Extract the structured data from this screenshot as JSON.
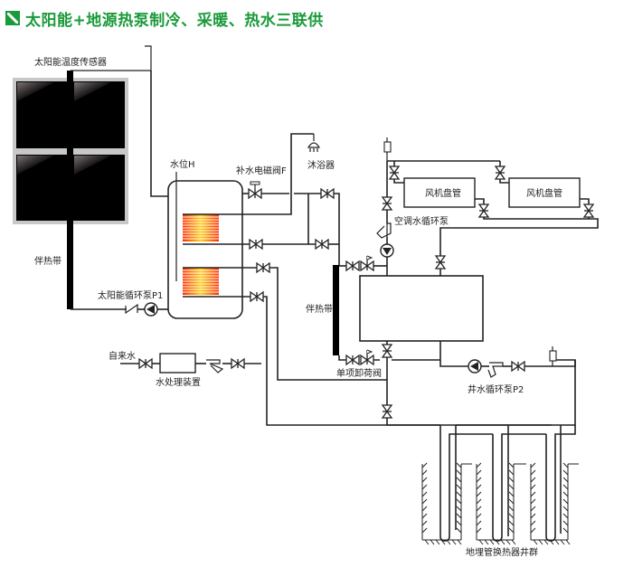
{
  "title": {
    "icon": "green-box-diagonal-icon",
    "text": "太阳能+地源热泵制冷、采暖、热水三联供",
    "color": "#1a9a3a"
  },
  "labels": {
    "solar_sensor": "太阳能温度传感器",
    "water_level": "水位H",
    "makeup_valve": "补水电磁阀F",
    "shower": "沐浴器",
    "heat_trace_left": "伴热带",
    "heat_trace_mid": "伴热带",
    "solar_pump": "太阳能循环泵P1",
    "tap_water": "自来水",
    "water_treatment": "水处理装置",
    "one_way_relief": "单项卸荷阀",
    "fan_coil_1": "风机盘管",
    "fan_coil_2": "风机盘管",
    "ac_pump": "空调水循环泵",
    "well_pump": "井水循环泵P2",
    "ground_wells": "地埋管换热器井群"
  },
  "colors": {
    "line": "#222222",
    "panel_frame": "#c8c8c8",
    "panel_glass": "#000000",
    "coil_hot": "#ff2a00",
    "coil_warm": "#ffd21a"
  }
}
